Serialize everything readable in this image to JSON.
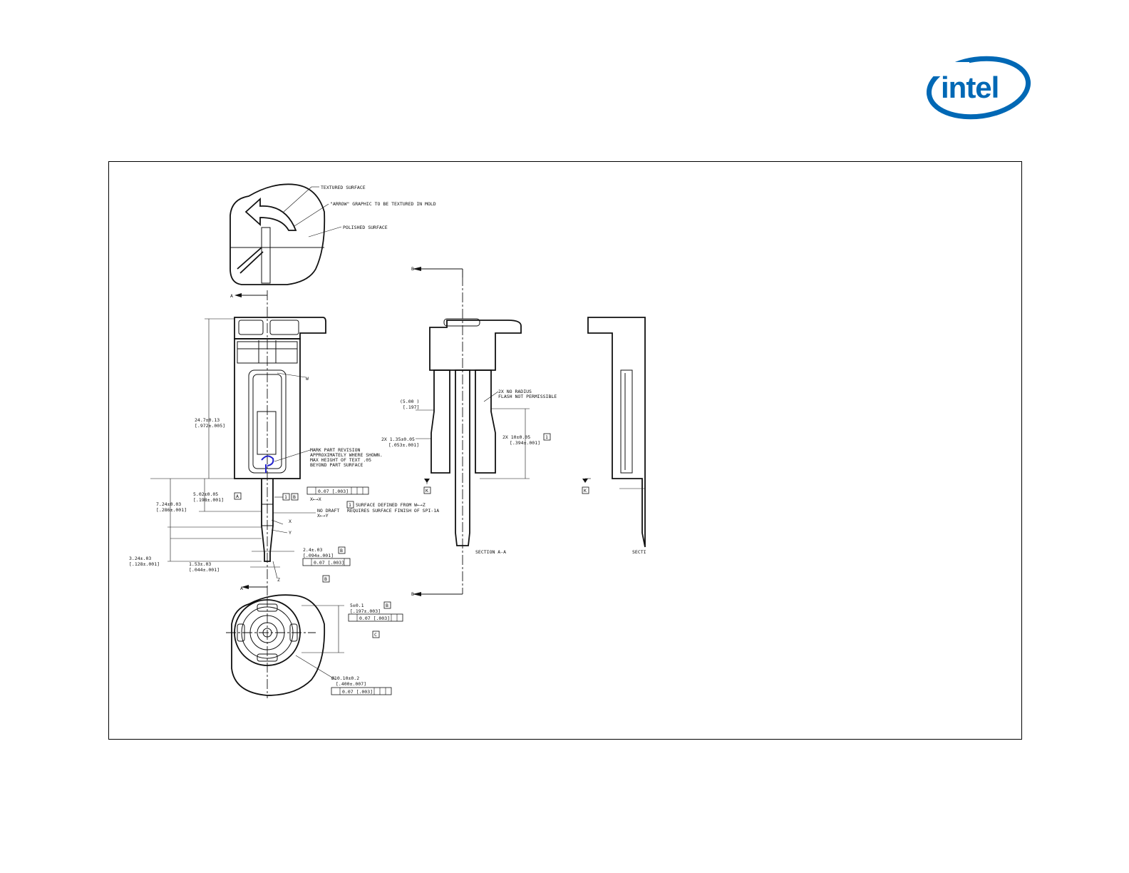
{
  "logo": {
    "text": "intel",
    "color": "#0068b5"
  },
  "notes": {
    "textured": "TEXTURED SURFACE",
    "arrow_graphic": "\"ARROW\" GRAPHIC TO BE TEXTURED IN MOLD",
    "polished": "POLISHED SURFACE",
    "mark_rev_1": "MARK PART REVISION",
    "mark_rev_2": "APPROXIMATELY WHERE SHOWN.",
    "mark_rev_3": "MAX HEIGHT OF TEXT .05",
    "mark_rev_4": "BEYOND PART SURFACE",
    "no_draft": "NO DRAFT",
    "no_draft_sub": "X←→Y",
    "surface_1": "SURFACE DEFINED FROM W←→Z",
    "surface_2": "REQUIRES SURFACE FINISH OF SPI-1A",
    "no_radius_1": "2X NO RADIUS",
    "no_radius_2": "FLASH NOT PERMISSIBLE",
    "section_aa": "SECTION  A-A",
    "section_bb": "SECTI"
  },
  "dims": {
    "d_24_7": "24.7±0.13",
    "d_24_7i": "[.972±.005]",
    "d_5_02": "5.02±0.05",
    "d_5_02i": "[.198±.001]",
    "d_7_24": "7.24±0.03",
    "d_7_24i": "[.286±.001]",
    "d_3_24": "3.24±.03",
    "d_3_24i": "[.128±.001]",
    "d_1_53": "1.53±.03",
    "d_1_53i": "[.044±.001]",
    "d_2_4": "2.4±.03",
    "d_2_4i": "[.094±.001]",
    "d_5_00": "(5.00  )",
    "d_5_00i": "[.197]",
    "d_1_35": "2X 1.35±0.05",
    "d_1_35i": "[.053±.001]",
    "d_10": "2X 10±0.05",
    "d_10i": "[.394±.001]",
    "d_5": "5±0.1",
    "d_5i": "[.197±.003]",
    "d_dia": "Ø10.10±0.2",
    "d_diai": "[.400±.007]"
  },
  "fcf": {
    "profile": "0.07 [.003]",
    "pos_a": "0.07 [.003]",
    "pos_ab": "0.07 [.003]",
    "pos_abc": "0.07 [.003]",
    "sub_x": "X←→X"
  },
  "datums": {
    "a": "A",
    "b": "B",
    "c": "C",
    "k": "K",
    "one": "1",
    "b2": "B",
    "two": "B",
    "section_a": "A",
    "section_b": "B",
    "w": "W",
    "x": "X",
    "y": "Y",
    "z": "Z"
  }
}
